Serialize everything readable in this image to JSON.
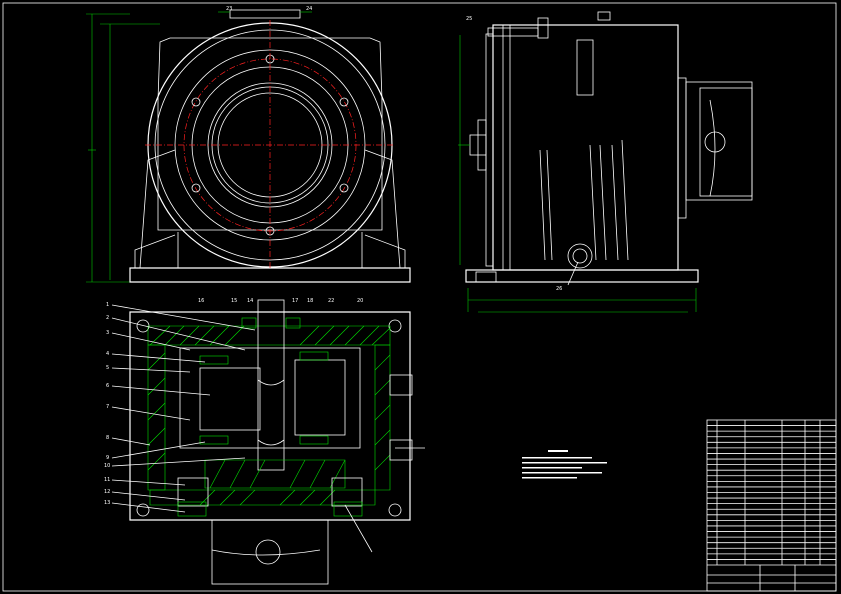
{
  "drawing": {
    "type": "cad-assembly-drawing",
    "background": "#000000",
    "colors": {
      "outline": "#ffffff",
      "centerline": "#ff2020",
      "hatch": "#00e000",
      "dimension": "#00c800",
      "accent": "#3060ff"
    }
  },
  "front_view": {
    "balloons": [
      "23",
      "24"
    ]
  },
  "side_view": {
    "balloons": [
      "25",
      "26"
    ]
  },
  "section_view": {
    "top_balloons": [
      "16",
      "15",
      "14",
      "17",
      "18",
      "22",
      "20"
    ],
    "left_balloons": [
      "1",
      "2",
      "3",
      "4",
      "5",
      "6",
      "7",
      "8",
      "9",
      "10",
      "11",
      "12",
      "13"
    ]
  },
  "title_block": {
    "rows": 26
  }
}
